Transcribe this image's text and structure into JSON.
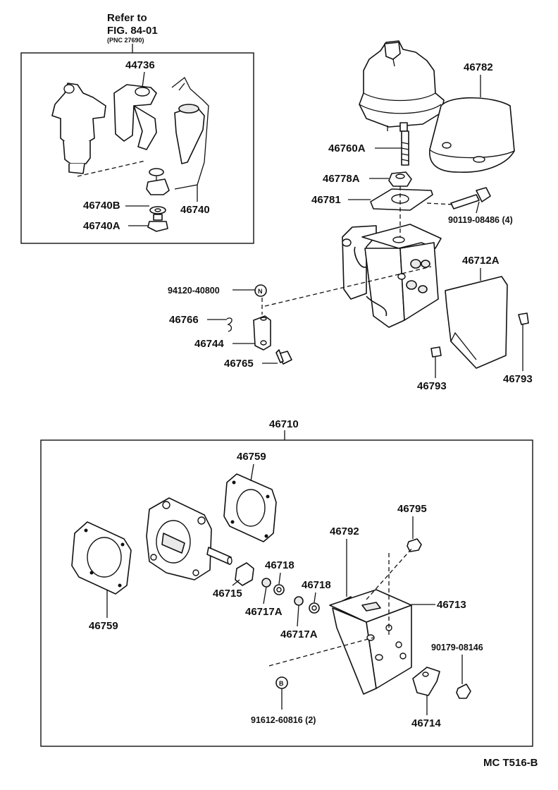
{
  "diagram": {
    "refer_line1": "Refer to",
    "refer_line2": "FIG. 84-01",
    "refer_line3": "(PNC 27690)",
    "assembly_label": "46710",
    "figure_code": "MC T516-B",
    "parts": {
      "p44736": "44736",
      "p46740B": "46740B",
      "p46740": "46740",
      "p46740A": "46740A",
      "p46782": "46782",
      "p46760A": "46760A",
      "p46778A": "46778A",
      "p46781": "46781",
      "p90119": "90119-08486 (4)",
      "p94120": "94120-40800",
      "p46712A": "46712A",
      "p46766": "46766",
      "p46744": "46744",
      "p46765": "46765",
      "p46793a": "46793",
      "p46793b": "46793",
      "p46759a": "46759",
      "p46759b": "46759",
      "p46795": "46795",
      "p46792": "46792",
      "p46718a": "46718",
      "p46718b": "46718",
      "p46715": "46715",
      "p46717Aa": "46717A",
      "p46717Ab": "46717A",
      "p46713": "46713",
      "p90179": "90179-08146",
      "p91612": "91612-60816 (2)",
      "p46714": "46714"
    },
    "markers": {
      "n": "N",
      "b": "B"
    }
  }
}
